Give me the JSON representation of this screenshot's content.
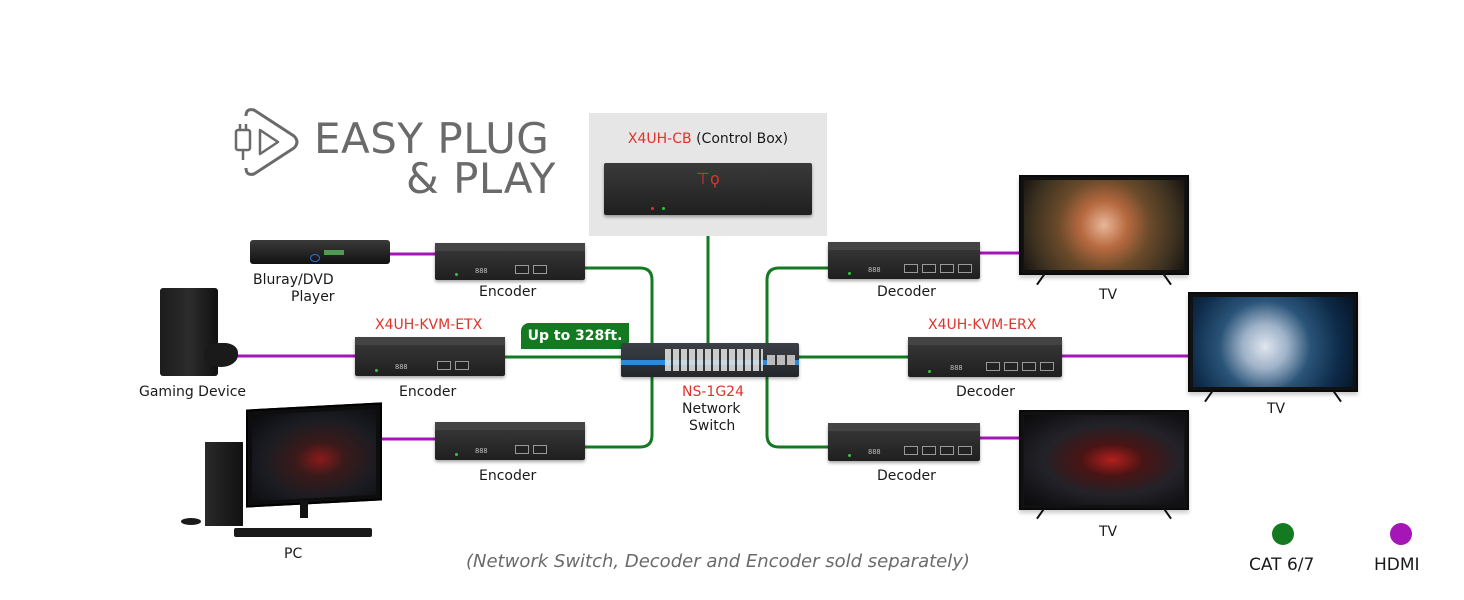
{
  "title": {
    "line1": "EASY PLUG",
    "line2": "& PLAY",
    "icon": "plug-play-icon"
  },
  "control_box": {
    "model": "X4UH-CB",
    "label": "(Control Box)"
  },
  "network_switch": {
    "model": "NS-1G24",
    "label_line1": "Network",
    "label_line2": "Switch"
  },
  "distance_badge": "Up to 328ft.",
  "encoder_model": "X4UH-KVM-ETX",
  "decoder_model": "X4UH-KVM-ERX",
  "sources": [
    {
      "label_line1": "Bluray/DVD",
      "label_line2": "Player"
    },
    {
      "label": "Gaming Device"
    },
    {
      "label": "PC"
    }
  ],
  "encoders": [
    {
      "label": "Encoder"
    },
    {
      "label": "Encoder"
    },
    {
      "label": "Encoder"
    }
  ],
  "decoders": [
    {
      "label": "Decoder"
    },
    {
      "label": "Decoder"
    },
    {
      "label": "Decoder"
    }
  ],
  "displays": [
    {
      "label": "TV"
    },
    {
      "label": "TV"
    },
    {
      "label": "TV"
    }
  ],
  "legend": [
    {
      "label": "CAT 6/7",
      "color": "#137a22"
    },
    {
      "label": "HDMI",
      "color": "#a515b8"
    }
  ],
  "footnote": "(Network Switch, Decoder and Encoder sold separately)",
  "colors": {
    "cat": "#137a22",
    "hdmi": "#a515b8",
    "model_red": "#e0332b",
    "title_gray": "#6a6a6a"
  }
}
